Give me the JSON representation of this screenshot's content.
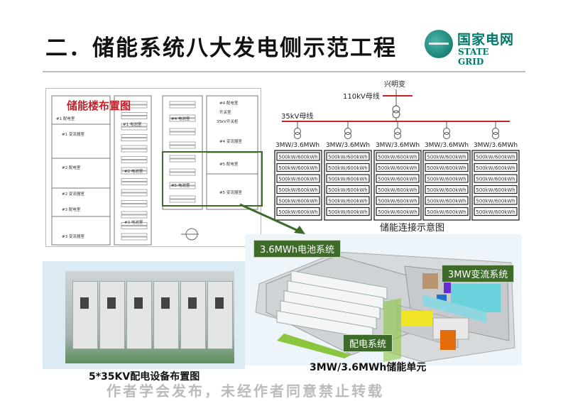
{
  "title": "二．储能系统八大发电侧示范工程",
  "logo": {
    "cn": "国家电网",
    "en": "STATE GRID"
  },
  "floor_plan": {
    "title": "储能楼布置图",
    "rooms": [
      "#1 配电室",
      "#1 变流器室",
      "#1 电池室",
      "#2 配电室",
      "#2 变流器室",
      "#2 电池室",
      "#3 配电室",
      "#3 变流器室",
      "#3 电池室",
      "#4 电池室",
      "#4 配电室",
      "#4 变流器室",
      "#5 配电室",
      "#5 电池室",
      "#5 变流器室",
      "35kV开关柜",
      "开关室"
    ]
  },
  "single_line": {
    "source": "兴明变",
    "hv_bus": "110kV母线",
    "mv_bus": "35kV母线",
    "bus_color": "#c0242b",
    "units": [
      {
        "rating": "3MW/3.6MWh",
        "modules": [
          "500kW/600kWh",
          "500kW/600kWh",
          "500kW/600kWh",
          "500kW/600kWh",
          "500kW/600kWh",
          "500kW/600kWh"
        ]
      },
      {
        "rating": "3MW/3.6MWh",
        "modules": [
          "500kW/600kWh",
          "500kW/600kWh",
          "500kW/600kWh",
          "500kW/600kWh",
          "500kW/600kWh",
          "500kW/600kWh"
        ]
      },
      {
        "rating": "3MW/3.6MWh",
        "modules": [
          "500kW/600kWh",
          "500kW/600kWh",
          "500kW/600kWh",
          "500kW/600kWh",
          "500kW/600kWh",
          "500kW/600kWh"
        ]
      },
      {
        "rating": "3MW/3.6MWh",
        "modules": [
          "500kW/600kWh",
          "500kW/600kWh",
          "500kW/600kWh",
          "500kW/600kWh",
          "500kW/600kWh",
          "500kW/600kWh"
        ]
      },
      {
        "rating": "3MW/3.6MWh",
        "modules": [
          "500kW/600kWh",
          "500kW/600kWh",
          "500kW/600kWh",
          "500kW/600kWh",
          "500kW/600kWh",
          "500kW/600kWh"
        ]
      }
    ],
    "caption": "储能连接示意图"
  },
  "switchgear": {
    "caption": "5*35KV配电设备布置图"
  },
  "render": {
    "tags": {
      "battery": "3.6MWh电池系统",
      "pcs": "3MW变流系统",
      "distribution": "配电系统"
    },
    "caption": "3MW/3.6MWh储能单元"
  },
  "watermark": "作者学会发布，未经作者同意禁止转载"
}
